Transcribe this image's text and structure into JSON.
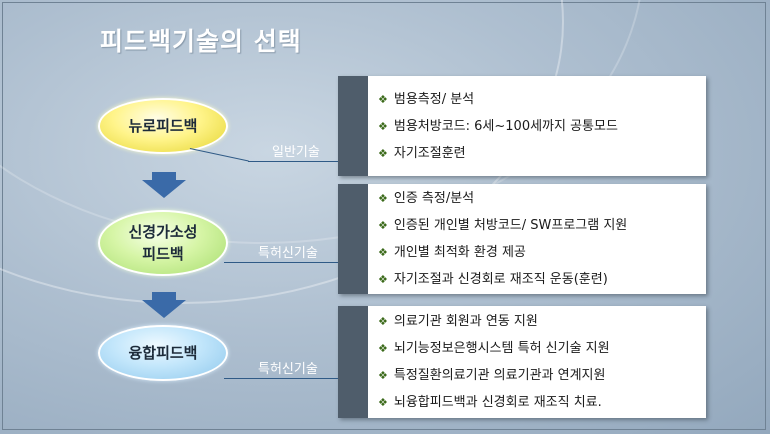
{
  "slide": {
    "title": "피드백기술의 선택",
    "stages": [
      {
        "name_lines": [
          "뉴로피드백"
        ],
        "category": "일반기술",
        "items": [
          "범용측정/ 분석",
          "범용처방코드: 6세~100세까지  공통모드",
          "자기조절훈련"
        ]
      },
      {
        "name_lines": [
          "신경가소성",
          "피드백"
        ],
        "category": "특허신기술",
        "items": [
          "인증 측정/분석",
          "인증된 개인별 처방코드/ SW프로그램 지원",
          "개인별 최적화 환경 제공",
          "자기조절과 신경회로 재조직 운동(훈련)"
        ]
      },
      {
        "name_lines": [
          "융합피드백"
        ],
        "category": "특허신기술",
        "items": [
          "의료기관 회원과 연동 지원",
          "뇌기능정보은행시스템 특허 신기술 지원",
          "특정질환의료기관 의료기관과 연계지원",
          "뇌융합피드백과 신경회로 재조직 치료."
        ]
      }
    ],
    "bullet_icon": "diamond-bullet-icon",
    "colors": {
      "background": "#aebfd0",
      "card_tab": "#4f5d6b",
      "arrow": "#3a6aa8",
      "connector": "#2f5a86",
      "bullet": "#3b6a1a"
    }
  }
}
